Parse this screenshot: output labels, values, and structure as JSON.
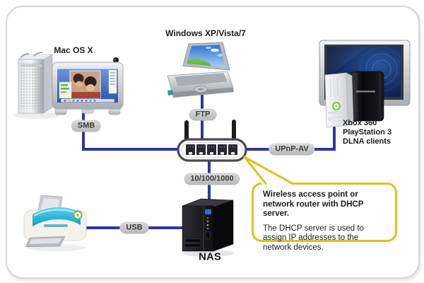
{
  "colors": {
    "cable": "#3333a6",
    "pill_bg": "#c9c9c9",
    "callout_border": "#e3be1e",
    "xbox_green": "#8bc63f",
    "printer_cyan": "#2cb9dc"
  },
  "devices": {
    "mac": {
      "label": "Mac OS X"
    },
    "windows_pc": {
      "label": "Windows XP/Vista/7"
    },
    "media_clients": {
      "lines": [
        "Xbox 360",
        "PlayStation 3",
        "DLNA clients"
      ]
    },
    "nas": {
      "label": "NAS"
    }
  },
  "connections": {
    "smb": {
      "label": "SMB"
    },
    "ftp": {
      "label": "FTP"
    },
    "upnp_av": {
      "label": "UPnP-AV"
    },
    "ethernet": {
      "label": "10/100/1000"
    },
    "usb": {
      "label": "USB"
    }
  },
  "callout": {
    "title": "Wireless access point or network router with DHCP server.",
    "body": "The DHCP server is used to assign IP addresses to the network devices."
  }
}
